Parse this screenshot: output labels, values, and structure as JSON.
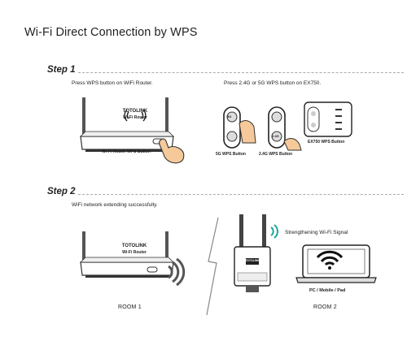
{
  "title": "Wi-Fi Direct Connection by WPS",
  "step1": {
    "label": "Step 1",
    "instr_router": "Press WPS button on WiFi Router.",
    "instr_extender": "Press 2.4G or 5G WPS button on EX750.",
    "router_logo": "TOTOLINK",
    "router_name": "Wi-Fi Router",
    "router_wps_label": "Wi-Fi Router WPS Button",
    "btn_5g_label": "5G WPS Button",
    "btn_24g_label": "2.4G WPS Button",
    "ex750_label": "EX750 WPS Button",
    "key_5g": "5G",
    "key_24g": "2.4G"
  },
  "step2": {
    "label": "Step 2",
    "instr": "WiFi network extending successfully.",
    "router_logo": "TOTOLINK",
    "router_name": "Wi-Fi Router",
    "signal_label": "Strengthening Wi-Fi Signal",
    "pc_label": "PC / Mobile / Pad",
    "room1": "ROOM 1",
    "room2": "ROOM 2",
    "extender_logo": "TOTOLINK"
  },
  "icons": [
    "wifi-signal-icon",
    "hand-pointer-icon",
    "lightning-divider-icon",
    "wifi-icon",
    "laptop-icon"
  ]
}
